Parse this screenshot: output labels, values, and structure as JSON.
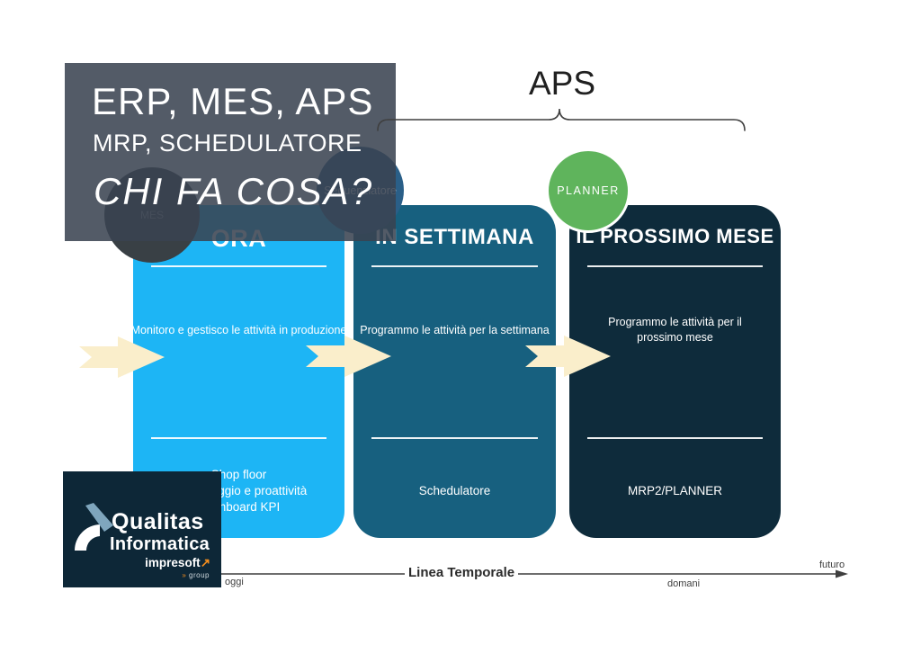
{
  "slide": {
    "title_box": {
      "line1": "ERP, MES, APS",
      "line2": "MRP, SCHEDULATORE",
      "line3": "CHI FA COSA?"
    },
    "aps": {
      "label": "APS"
    },
    "roles": {
      "mes": {
        "label": "MES",
        "color": "#394045"
      },
      "sequenziatore": {
        "label": "Sequenziatore",
        "color": "#2a5f88"
      },
      "planner": {
        "label": "PLANNER",
        "color": "#5fb45c"
      }
    },
    "cards": [
      {
        "title": "ORA",
        "body": "Monitoro e gestisco le attività in produzione",
        "footer1": "Shop floor",
        "footer2": "Monitoraggio e proattività",
        "footer3": "Dashboard KPI",
        "color": "#1db5f5"
      },
      {
        "title": "IN SETTIMANA",
        "body": "Programmo le attività per la settimana",
        "footer1": "Schedulatore",
        "color": "#17607f"
      },
      {
        "title": "IL PROSSIMO MESE",
        "body": "Programmo le attività per il prossimo mese",
        "footer1": "MRP2/PLANNER",
        "color": "#0e2b3b"
      }
    ],
    "timeline": {
      "label": "Linea Temporale",
      "start": "oggi",
      "mid": "domani",
      "end": "futuro"
    },
    "logo": {
      "name1": "Qualitas",
      "name2": "Informatica",
      "brand": "impresoft",
      "brand_arrow": "↗",
      "group_chevron": "»",
      "group": "group"
    },
    "colors": {
      "arrow_fill": "#faeecb",
      "title_box_bg": "rgba(58,67,80,0.87)",
      "timeline_line": "#3f3f3f",
      "logo_bg": "#0d2737",
      "logo_accent": "#f08c1e"
    }
  }
}
